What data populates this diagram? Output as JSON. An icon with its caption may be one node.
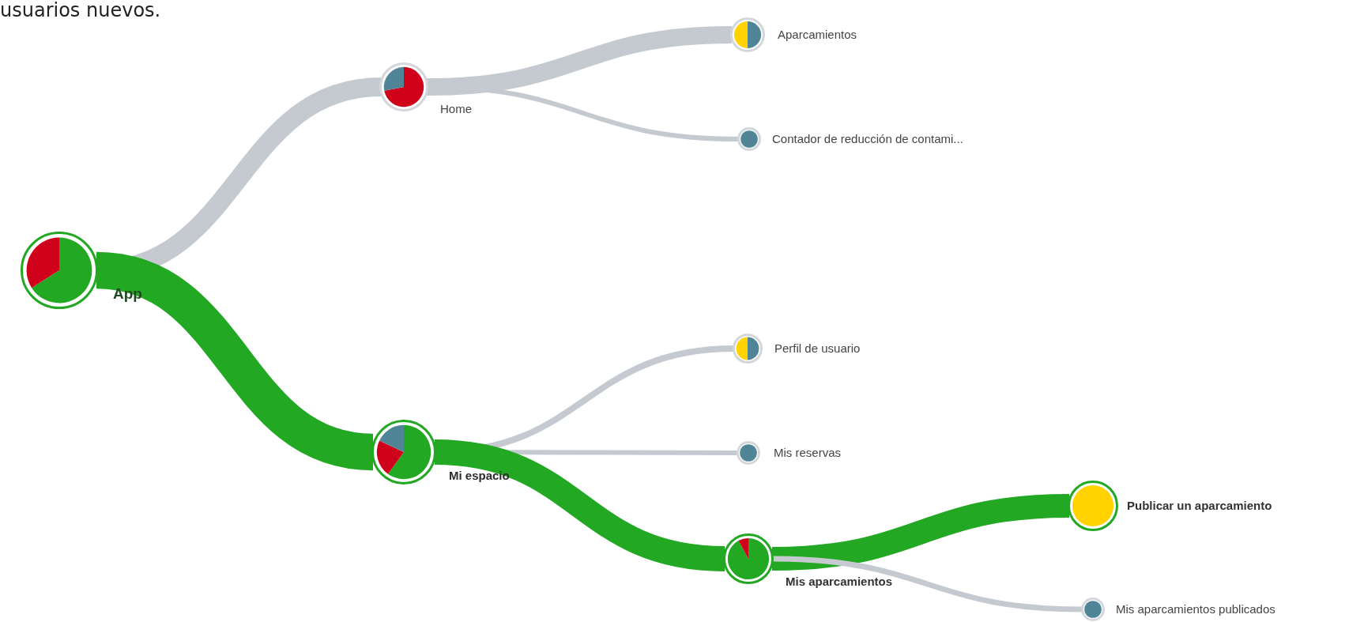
{
  "diagram": {
    "nodes": [
      {
        "text": [
          "App"
        ]
      },
      {
        "text": [
          "Home"
        ]
      },
      {
        "text": [
          "Aparcamientos"
        ]
      },
      {
        "text": [
          "Contador de reducción de contami..."
        ]
      },
      {
        "text": [
          "Mi espacio"
        ]
      },
      {
        "text": [
          "Perfil de usuario"
        ]
      },
      {
        "text": [
          "Mis reservas"
        ]
      },
      {
        "text": [
          "Mis aparcamientos"
        ]
      },
      {
        "text": [
          "Publicar un aparcamiento"
        ]
      },
      {
        "text": [
          "Mis aparcamientos publicados"
        ]
      }
    ],
    "edges": [
      {
        "from": 0,
        "to": 1,
        "arrow": "none"
      },
      {
        "from": 0,
        "to": 4,
        "arrow": "none",
        "style": "thick",
        "color": "#23a823"
      },
      {
        "from": 1,
        "to": 2,
        "arrow": "none"
      },
      {
        "from": 1,
        "to": 3,
        "arrow": "none"
      },
      {
        "from": 4,
        "to": 5,
        "arrow": "none"
      },
      {
        "from": 4,
        "to": 6,
        "arrow": "none"
      },
      {
        "from": 4,
        "to": 7,
        "arrow": "none",
        "color": "#23a823"
      },
      {
        "from": 7,
        "to": 8,
        "arrow": "none",
        "color": "#23a823"
      },
      {
        "from": 7,
        "to": 9,
        "arrow": "none"
      }
    ],
    "labels": [
      "usuarios nuevos."
    ]
  }
}
